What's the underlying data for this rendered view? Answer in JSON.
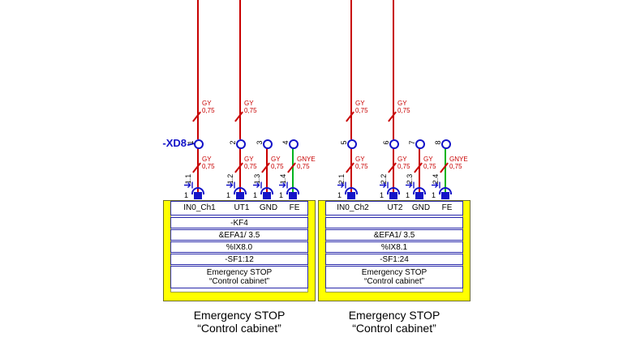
{
  "strip_label": "-XD8",
  "terminals": [
    {
      "number": "1",
      "wire_number": "1.1",
      "pin": "1",
      "top": {
        "color_code": "GY",
        "size": "0,75"
      },
      "bottom": {
        "color_code": "GY",
        "size": "0,75"
      }
    },
    {
      "number": "2",
      "wire_number": "1.2",
      "pin": "1",
      "top": {
        "color_code": "GY",
        "size": "0,75"
      },
      "bottom": {
        "color_code": "GY",
        "size": "0,75"
      }
    },
    {
      "number": "3",
      "wire_number": "1.3",
      "pin": "1",
      "bottom": {
        "color_code": "GY",
        "size": "0,75"
      }
    },
    {
      "number": "4",
      "wire_number": "1.4",
      "pin": "1",
      "bottom": {
        "color_code": "GNYE",
        "size": "0,75"
      }
    },
    {
      "number": "5",
      "wire_number": "2.1",
      "pin": "1",
      "top": {
        "color_code": "GY",
        "size": "0,75"
      },
      "bottom": {
        "color_code": "GY",
        "size": "0,75"
      }
    },
    {
      "number": "6",
      "wire_number": "2.2",
      "pin": "1",
      "top": {
        "color_code": "GY",
        "size": "0,75"
      },
      "bottom": {
        "color_code": "GY",
        "size": "0,75"
      }
    },
    {
      "number": "7",
      "wire_number": "2.3",
      "pin": "1",
      "bottom": {
        "color_code": "GY",
        "size": "0,75"
      }
    },
    {
      "number": "8",
      "wire_number": "2.4",
      "pin": "1",
      "bottom": {
        "color_code": "GNYE",
        "size": "0,75"
      }
    }
  ],
  "boxes": [
    {
      "pins": [
        "IN0_Ch1",
        "UT1",
        "GND",
        "FE"
      ],
      "device": "-KF4",
      "function": "&EFA1/ 3.5",
      "address": "%IX8.0",
      "contact": "-SF1:12",
      "description": [
        "Emergency STOP",
        "“Control cabinet”"
      ],
      "caption": [
        "Emergency STOP",
        "“Control cabinet”"
      ]
    },
    {
      "pins": [
        "IN0_Ch2",
        "UT2",
        "GND",
        "FE"
      ],
      "device": "",
      "function": "&EFA1/ 3.5",
      "address": "%IX8.1",
      "contact": "-SF1:24",
      "description": [
        "Emergency STOP",
        "“Control cabinet”"
      ],
      "caption": [
        "Emergency STOP",
        "“Control cabinet”"
      ]
    }
  ],
  "colors": {
    "wire_red": "#c80000",
    "wire_green": "#00b41e",
    "symbol_blue": "#1414c8",
    "box_yellow": "#ffff00",
    "label_red": "#c80000",
    "text_black": "#000000"
  }
}
